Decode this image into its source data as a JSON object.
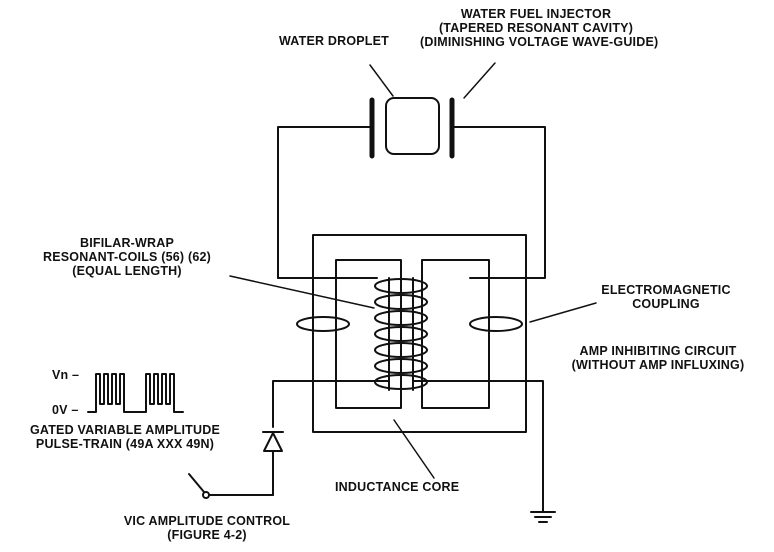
{
  "labels": {
    "water_droplet": "WATER DROPLET",
    "injector": [
      "WATER FUEL INJECTOR",
      "(TAPERED RESONANT CAVITY)",
      "(DIMINISHING VOLTAGE WAVE-GUIDE)"
    ],
    "bifilar": [
      "BIFILAR-WRAP",
      "RESONANT-COILS (56) (62)",
      "(EQUAL LENGTH)"
    ],
    "electromagnetic": [
      "ELECTROMAGNETIC",
      "COUPLING"
    ],
    "amp_inhibiting": [
      "AMP INHIBITING CIRCUIT",
      "(WITHOUT AMP INFLUXING)"
    ],
    "vn": "Vn –",
    "zero_v": "0V –",
    "pulse_train": [
      "GATED VARIABLE AMPLITUDE",
      "PULSE-TRAIN (49A XXX 49N)"
    ],
    "inductance_core": "INDUCTANCE CORE",
    "vic_control": [
      "VIC AMPLITUDE CONTROL",
      "(FIGURE 4-2)"
    ]
  },
  "colors": {
    "ink": "#111111",
    "background": "#ffffff"
  }
}
